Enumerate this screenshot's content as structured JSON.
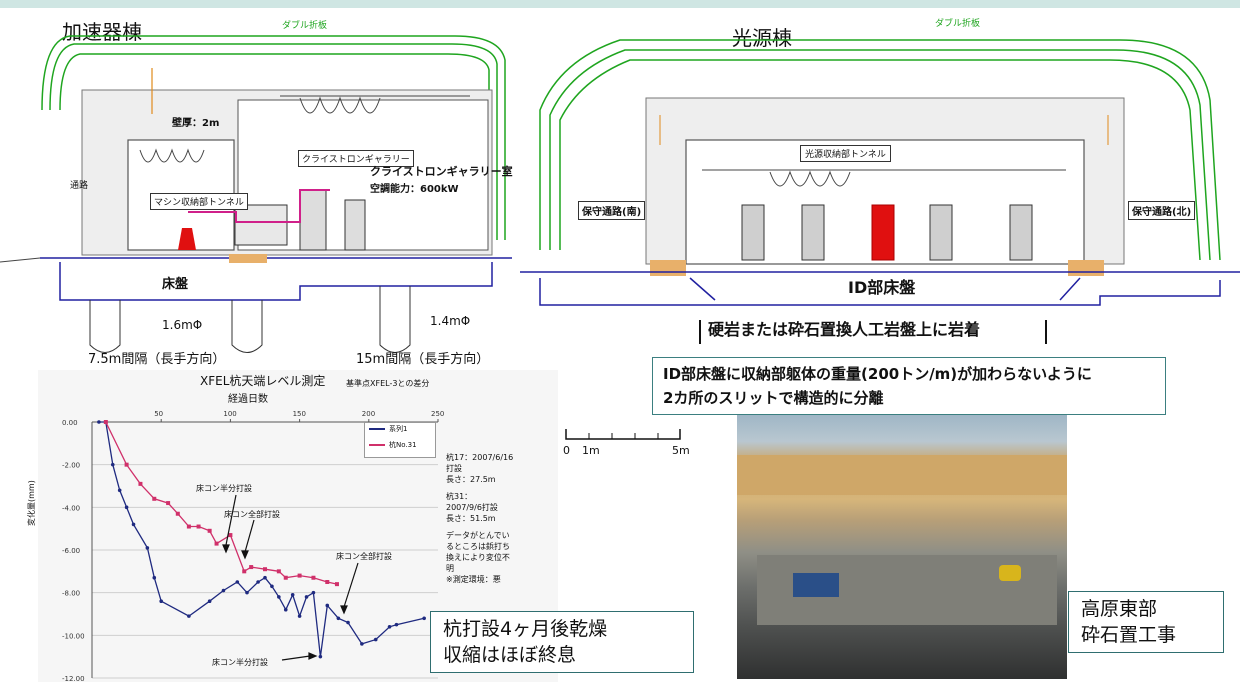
{
  "diagram": {
    "top_bar_color": "#cfe6e3",
    "accelerator": {
      "title": "加速器棟",
      "double_fold_label": "ダブル折板",
      "wall_thickness": "壁厚：2m",
      "klystron_gallery_label": "クライストロンギャラリー",
      "klystron_room": "クライストロンギャラリー室",
      "cooling": "空調能力：600kW",
      "machine_tunnel": "マシン収納部トンネル",
      "passage": "通路",
      "slab": "床盤",
      "pile_diam_left": "1.6mΦ",
      "pile_diam_right": "1.4mΦ",
      "pile_interval_left": "7.5m間隔（長手方向）",
      "pile_interval_right": "15m間隔（長手方向）"
    },
    "light_source": {
      "title": "光源棟",
      "double_fold_label": "ダブル折板",
      "tunnel_label": "光源収納部トンネル",
      "passage_south": "保守通路(南)",
      "passage_north": "保守通路(北)",
      "slab": "ID部床盤",
      "rock_note": "硬岩または砕石置換人工岩盤上に岩着"
    },
    "callout": {
      "line1": "ID部床盤に収納部躯体の重量(200トン/m)が加わらないように",
      "line2": "2カ所のスリットで構造的に分離"
    },
    "scale": {
      "zero": "0",
      "one": "1m",
      "five": "5m"
    },
    "colors": {
      "green": "#1fa51f",
      "orange": "#e08a1c",
      "red": "#e01010",
      "blue": "#2020a0",
      "magenta": "#d0208a"
    }
  },
  "chart_data": {
    "type": "line",
    "title": "XFEL杭天端レベル測定",
    "subtitle": "基準点XFEL-3との差分",
    "xlabel": "経過日数",
    "ylabel": "変化量(mm)",
    "xlim": [
      0,
      250
    ],
    "ylim": [
      -12,
      0
    ],
    "x_ticks": [
      "50",
      "100",
      "150",
      "200",
      "250"
    ],
    "y_ticks": [
      "0.00",
      "-2.00",
      "-4.00",
      "-6.00",
      "-8.00",
      "-10.00",
      "-12.00"
    ],
    "series": [
      {
        "name": "系列1",
        "color": "#1f2a80",
        "points": [
          [
            5,
            0
          ],
          [
            10,
            0
          ],
          [
            15,
            -2
          ],
          [
            20,
            -3.2
          ],
          [
            25,
            -4.0
          ],
          [
            30,
            -4.8
          ],
          [
            40,
            -5.9
          ],
          [
            45,
            -7.3
          ],
          [
            50,
            -8.4
          ],
          [
            70,
            -9.1
          ],
          [
            85,
            -8.4
          ],
          [
            95,
            -7.9
          ],
          [
            105,
            -7.5
          ],
          [
            112,
            -8.0
          ],
          [
            120,
            -7.5
          ],
          [
            125,
            -7.3
          ],
          [
            130,
            -7.7
          ],
          [
            135,
            -8.2
          ],
          [
            140,
            -8.8
          ],
          [
            145,
            -8.1
          ],
          [
            150,
            -9.1
          ],
          [
            155,
            -8.2
          ],
          [
            160,
            -8.0
          ],
          [
            165,
            -11.0
          ],
          [
            170,
            -8.6
          ],
          [
            178,
            -9.2
          ],
          [
            185,
            -9.4
          ],
          [
            195,
            -10.4
          ],
          [
            205,
            -10.2
          ],
          [
            215,
            -9.6
          ],
          [
            220,
            -9.5
          ],
          [
            240,
            -9.2
          ]
        ]
      },
      {
        "name": "杭No.31",
        "color": "#d0306a",
        "points": [
          [
            10,
            0
          ],
          [
            25,
            -2.0
          ],
          [
            35,
            -2.9
          ],
          [
            45,
            -3.6
          ],
          [
            55,
            -3.8
          ],
          [
            62,
            -4.3
          ],
          [
            70,
            -4.9
          ],
          [
            77,
            -4.9
          ],
          [
            85,
            -5.1
          ],
          [
            90,
            -5.7
          ],
          [
            100,
            -5.3
          ],
          [
            110,
            -7.0
          ],
          [
            115,
            -6.8
          ],
          [
            125,
            -6.9
          ],
          [
            135,
            -7.0
          ],
          [
            140,
            -7.3
          ],
          [
            150,
            -7.2
          ],
          [
            160,
            -7.3
          ],
          [
            170,
            -7.5
          ],
          [
            177,
            -7.6
          ]
        ]
      }
    ],
    "legend": [
      "系列1",
      "杭No.31"
    ],
    "legend_position": "top-right",
    "annotations": [
      "床コン半分打設",
      "床コン全部打設",
      "床コン全部打設",
      "床コン半分打設"
    ],
    "side_notes": [
      "杭17：2007/6/16打設",
      "長さ：27.5m",
      "杭31：",
      "2007/9/6打設",
      "長さ：51.5m",
      "データがとんでいるところは鋲打ち換えにより変位不明",
      "※測定環境：悪"
    ]
  },
  "notes": {
    "drying": [
      "杭打設4ヶ月後乾燥",
      "収縮はほぼ終息"
    ],
    "photo_caption": [
      "高原東部",
      "砕石置工事"
    ]
  }
}
